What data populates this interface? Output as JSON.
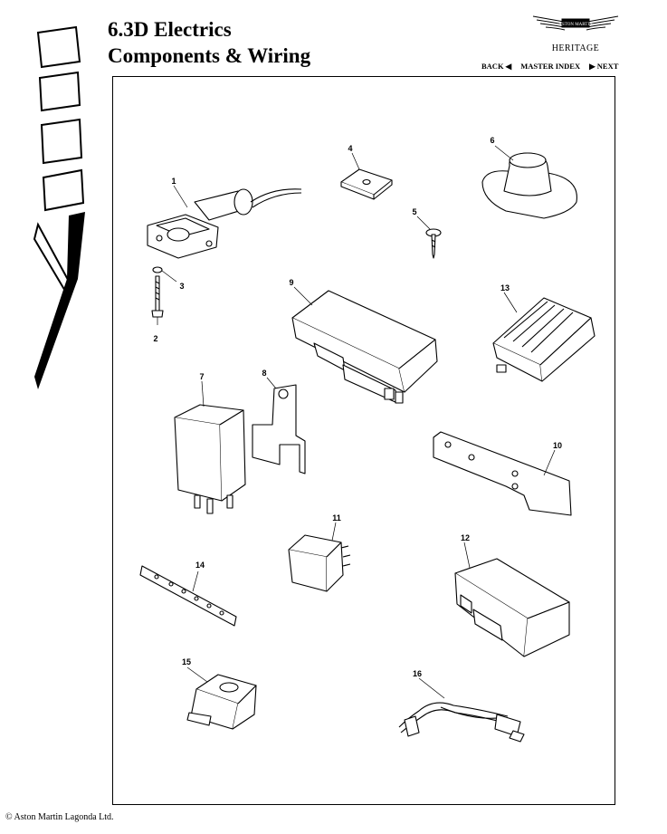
{
  "header": {
    "title_line1": "6.3D Electrics",
    "title_line2": "Components & Wiring"
  },
  "brand": {
    "logo_text": "ASTON MARTIN",
    "subtitle": "HERITAGE"
  },
  "nav": {
    "back": "BACK ◀",
    "master_index": "MASTER INDEX",
    "next": "▶ NEXT"
  },
  "diagram": {
    "callouts": [
      "1",
      "2",
      "3",
      "4",
      "5",
      "6",
      "7",
      "8",
      "9",
      "10",
      "11",
      "12",
      "13",
      "14",
      "15",
      "16"
    ]
  },
  "footer": {
    "copyright": "© Aston Martin Lagonda Ltd."
  },
  "colors": {
    "ink": "#000000",
    "paper": "#ffffff"
  }
}
